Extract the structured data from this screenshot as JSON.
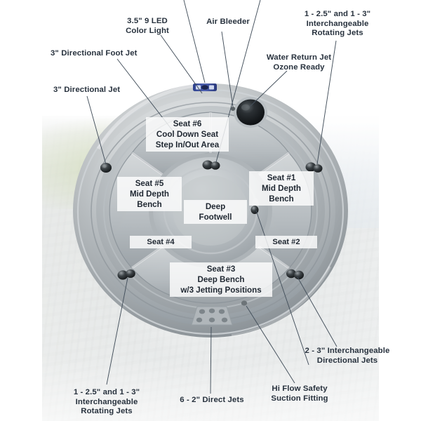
{
  "diagram": {
    "title": "Round Hot Tub Top-View Feature Diagram",
    "text_color": "#28323e",
    "seat_label_color": "#1f2731",
    "shell_color": "#9aa1a6",
    "accent_led_color": "#2b3f86"
  },
  "callouts": [
    {
      "id": "led-color-light",
      "text": "3.5\" 9 LED\nColor Light"
    },
    {
      "id": "directional-foot-jet",
      "text": "3\" Directional Foot Jet"
    },
    {
      "id": "directional-jet",
      "text": "3\" Directional Jet"
    },
    {
      "id": "air-bleeder",
      "text": "Air Bleeder"
    },
    {
      "id": "rotating-jets-top",
      "text": "1 - 2.5\" and 1 - 3\"\nInterchangeable\nRotating Jets"
    },
    {
      "id": "water-return-jet",
      "text": "Water Return Jet\nOzone Ready"
    },
    {
      "id": "rotating-jets-bottom",
      "text": "1 - 2.5\" and 1 - 3\"\nInterchangeable\nRotating Jets"
    },
    {
      "id": "direct-jets",
      "text": "6 - 2\" Direct Jets"
    },
    {
      "id": "suction-fitting",
      "text": "Hi Flow Safety\nSuction Fitting"
    },
    {
      "id": "interchangeable-directional-jets",
      "text": "2 - 3\" Interchangeable\nDirectional Jets"
    }
  ],
  "seats": [
    {
      "id": "seat-6",
      "text": "Seat #6\nCool Down Seat\nStep In/Out Area"
    },
    {
      "id": "seat-5",
      "text": "Seat #5\nMid Depth\nBench"
    },
    {
      "id": "seat-1",
      "text": "Seat #1\nMid Depth\nBench"
    },
    {
      "id": "deep-footwell",
      "text": "Deep\nFootwell"
    },
    {
      "id": "seat-4",
      "text": "Seat #4"
    },
    {
      "id": "seat-2",
      "text": "Seat #2"
    },
    {
      "id": "seat-3",
      "text": "Seat #3\nDeep Bench\nw/3 Jetting Positions"
    }
  ]
}
